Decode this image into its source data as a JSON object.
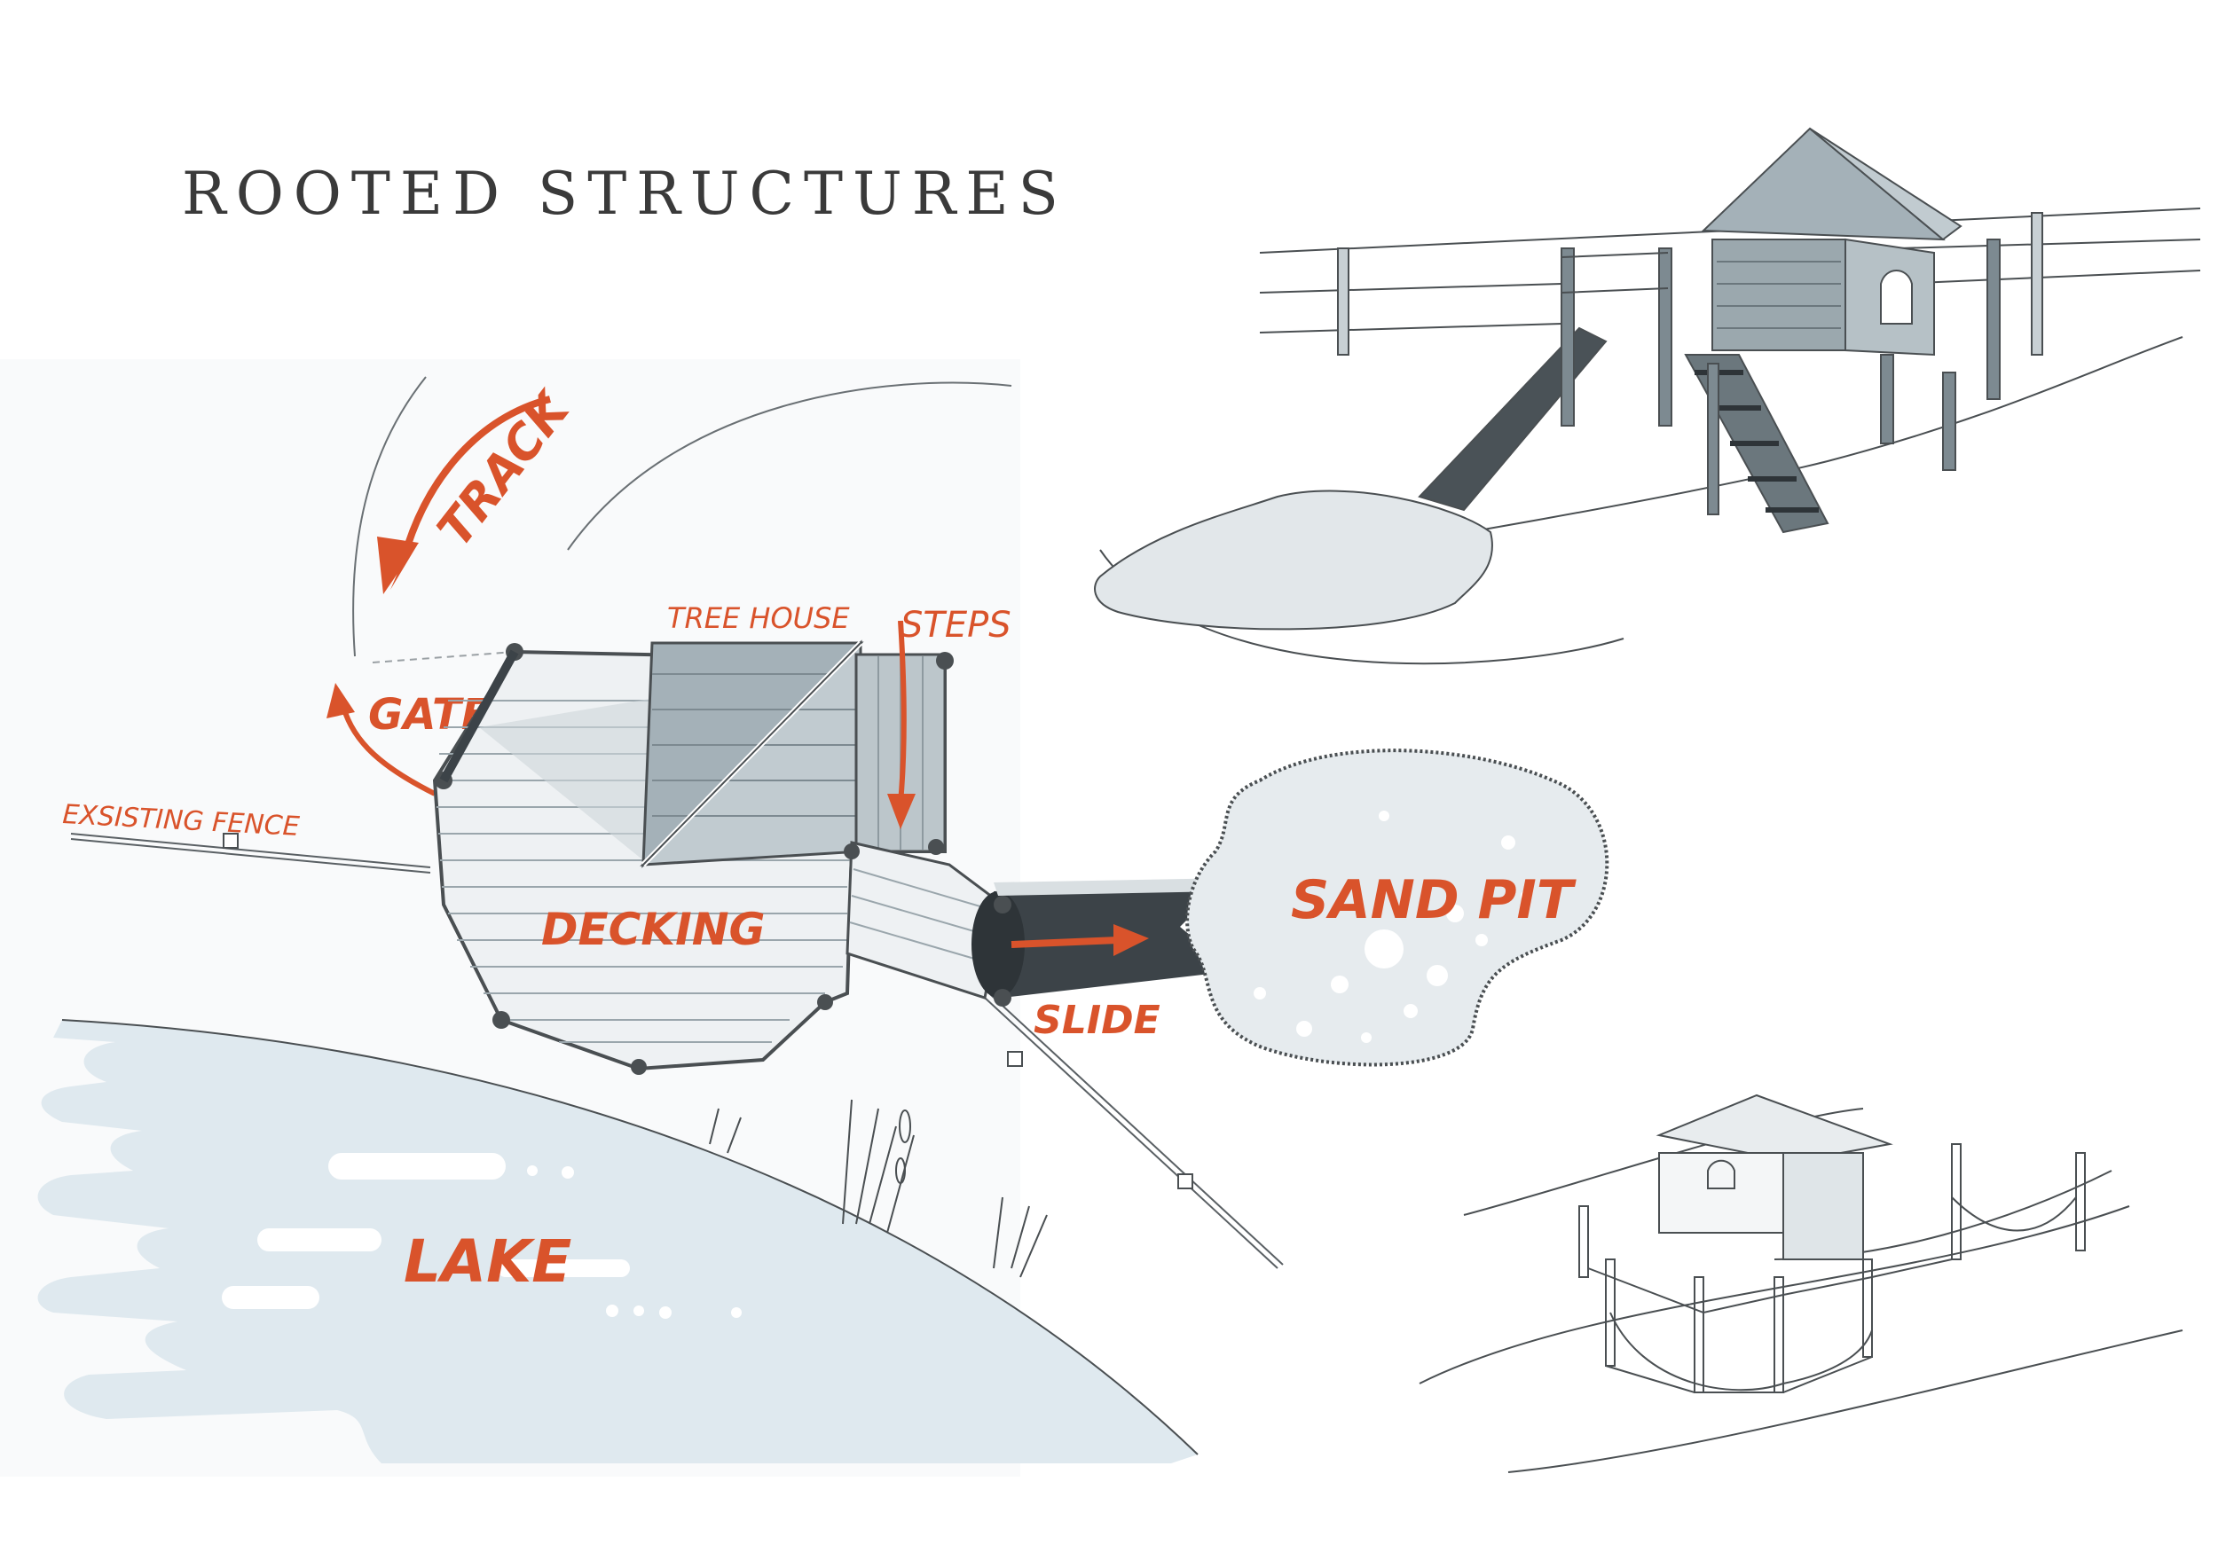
{
  "title": "ROOTED STRUCTURES",
  "labels": {
    "track": "TRACK",
    "gate": "GATE",
    "tree_house": "TREE HOUSE",
    "steps": "STEPS",
    "existing_fence": "EXSISTING FENCE",
    "decking": "DECKING",
    "slide": "SLIDE",
    "sand_pit": "SAND PIT",
    "lake": "LAKE"
  },
  "colors": {
    "annotation": "#d9532b",
    "lake": "#dfe9ef",
    "deck": "#eef1f3",
    "roof": "#a4b1b8",
    "slide": "#3c4348",
    "sand": "#e6ebee",
    "line": "#4a4f52"
  }
}
